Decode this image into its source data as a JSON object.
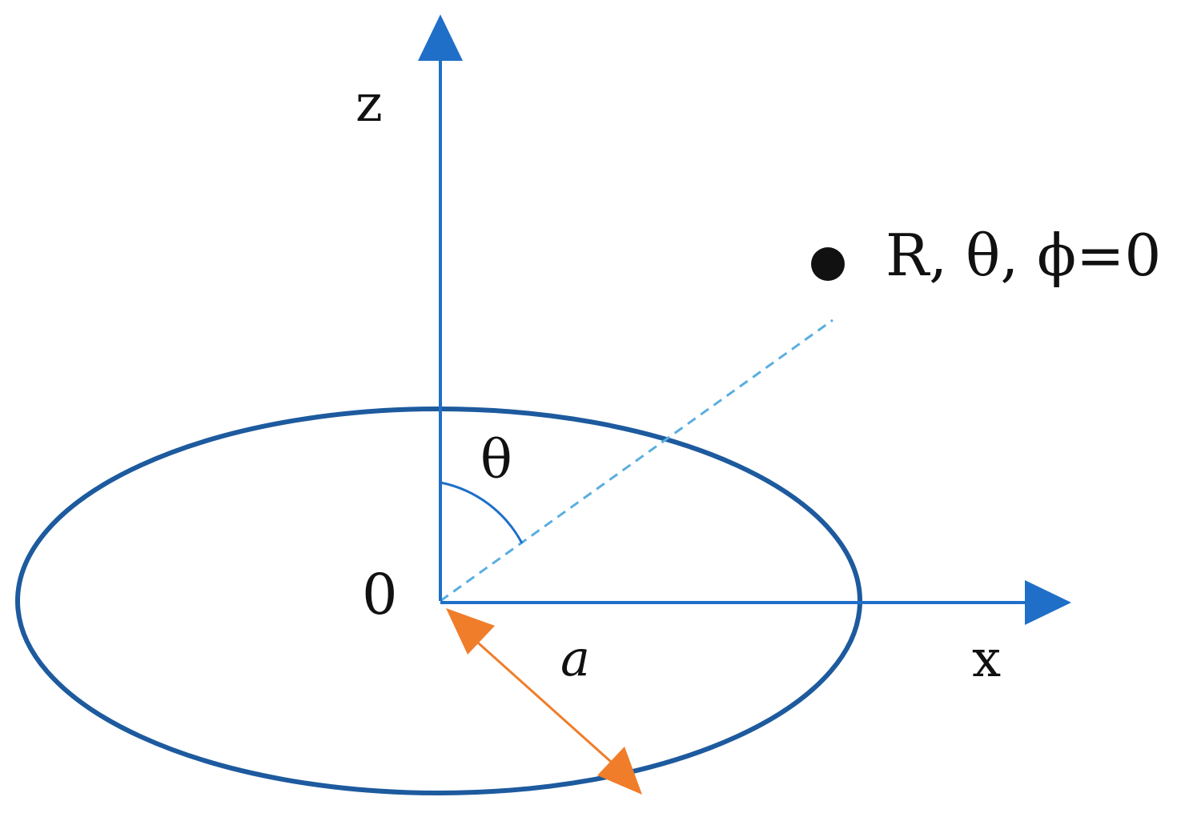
{
  "labels": {
    "z_axis": "z",
    "x_axis": "x",
    "origin": "0",
    "angle": "θ",
    "radius": "a",
    "point": "R, θ, ϕ=0"
  },
  "colors": {
    "axis": "#1f6fc8",
    "ring": "#1d5a9e",
    "dashed_line": "#5aaee0",
    "radius_arrow": "#f07d2a",
    "point": "#111111",
    "text": "#111111"
  }
}
